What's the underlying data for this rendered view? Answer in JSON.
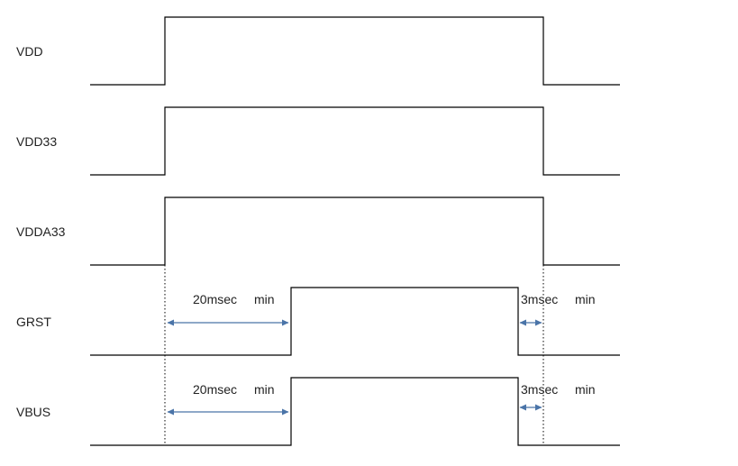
{
  "signals": [
    {
      "name": "VDD"
    },
    {
      "name": "VDD33"
    },
    {
      "name": "VDDA33"
    },
    {
      "name": "GRST"
    },
    {
      "name": "VBUS"
    }
  ],
  "annotations": {
    "grst_rise": {
      "value": "20msec",
      "qualifier": "min"
    },
    "grst_fall": {
      "value": "3msec",
      "qualifier": "min"
    },
    "vbus_rise": {
      "value": "20msec",
      "qualifier": "min"
    },
    "vbus_fall": {
      "value": "3msec",
      "qualifier": "min"
    }
  },
  "colors": {
    "waveform": "#000000",
    "arrow": "#4a74a8",
    "text": "#222222"
  }
}
